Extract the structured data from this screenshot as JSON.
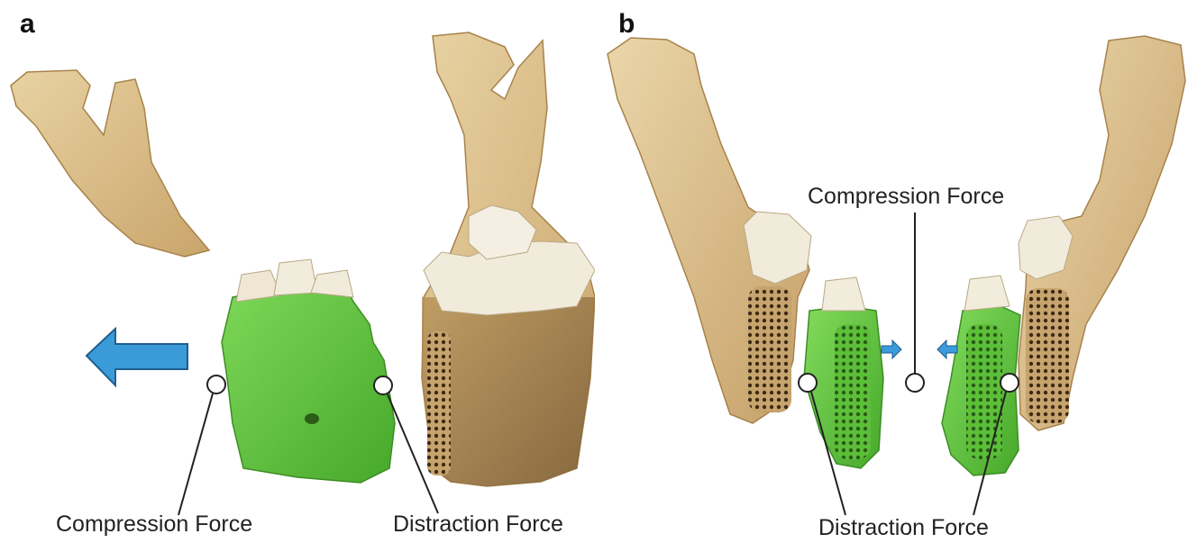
{
  "panel_a": {
    "letter": "a",
    "compression_label": "Compression Force",
    "distraction_label": "Distraction Force"
  },
  "panel_b": {
    "letter": "b",
    "compression_label": "Compression Force",
    "distraction_label": "Distraction Force"
  },
  "colors": {
    "bone": "#d9bf8c",
    "bone_dark": "#b9955c",
    "segment_green": "#5fc63c",
    "arrow_blue": "#3a9bd8",
    "tooth": "#f1ebdc",
    "line": "#222222"
  }
}
